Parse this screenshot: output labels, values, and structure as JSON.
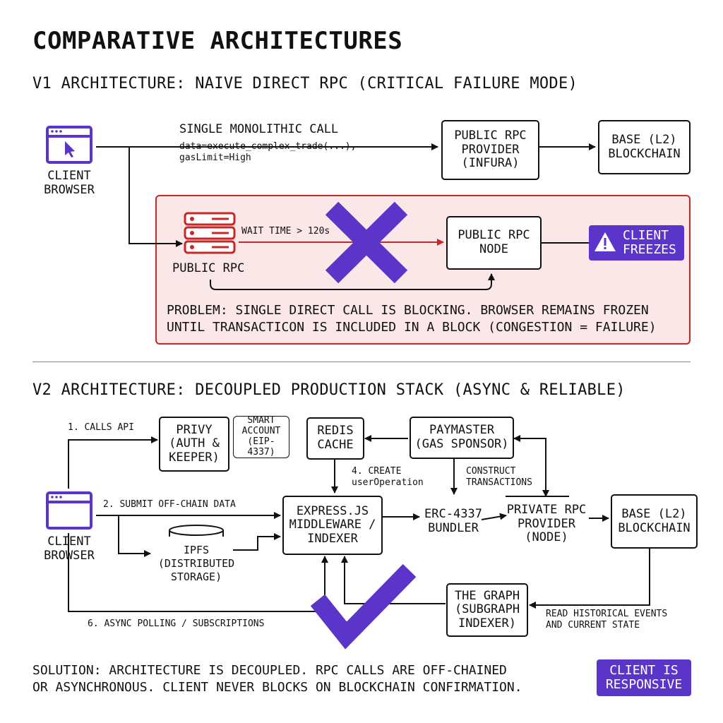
{
  "title": "COMPARATIVE ARCHITECTURES",
  "v1": {
    "heading": "V1 ARCHITECTURE: NAIVE DIRECT RPC (CRITICAL FAILURE MODE)",
    "client_label": "CLIENT\nBROWSER",
    "call_label": "SINGLE MONOLITHIC CALL",
    "call_code": "data=execute_complex_trade(...),\ngasLimit=High",
    "rpc_provider": "PUBLIC RPC\nPROVIDER\n(INFURA)",
    "blockchain": "BASE (L2)\nBLOCKCHAIN",
    "server_label": "PUBLIC RPC",
    "wait_label": "WAIT TIME > 120s",
    "rpc_node": "PUBLIC RPC\nNODE",
    "freeze_badge": "CLIENT\nFREEZES",
    "problem": "PROBLEM: SINGLE DIRECT CALL IS BLOCKING. BROWSER REMAINS FROZEN\nUNTIL TRANSACTICON IS INCLUDED IN A BLOCK (CONGESTION = FAILURE)"
  },
  "v2": {
    "heading": "V2 ARCHITECTURE: DECOUPLED PRODUCTION STACK (ASYNC & RELIABLE)",
    "client_label": "CLIENT\nBROWSER",
    "step1": "1. CALLS API",
    "privy": "PRIVY\n(AUTH &\nKEEPER)",
    "smart_account": "SMART\nACCOUNT\n(EIP-4337)",
    "redis": "REDIS\nCACHE",
    "paymaster": "PAYMASTER\n(GAS SPONSOR)",
    "step4": "4. CREATE\nuserOperation",
    "construct": "CONSTRUCT\nTRANSACTIONS",
    "step2": "2. SUBMIT OFF-CHAIN DATA",
    "express": "EXPRESS.JS\nMIDDLEWARE /\nINDEXER",
    "bundler": "ERC-4337\nBUNDLER",
    "private_rpc": "PRIVATE RPC\nPROVIDER\n(NODE)",
    "blockchain": "BASE (L2)\nBLOCKCHAIN",
    "ipfs": "IPFS\n(DISTRIBUTED\nSTORAGE)",
    "the_graph": "THE GRAPH\n(SUBGRAPH\nINDEXER)",
    "read_events": "READ HISTORICAL EVENTS\nAND CURRENT STATE",
    "step6": "6. ASYNC POLLING / SUBSCRIPTIONS",
    "solution": "SOLUTION: ARCHITECTURE IS DECOUPLED. RPC CALLS ARE OFF-CHAINED\nOR ASYNCHRONOUS. CLIENT NEVER BLOCKS ON BLOCKCHAIN CONFIRMATION.",
    "responsive_badge": "CLIENT IS\nRESPONSIVE"
  },
  "colors": {
    "accent": "#5b34c9",
    "problem_red": "#c62828",
    "problem_bg": "#fbe7e7"
  }
}
